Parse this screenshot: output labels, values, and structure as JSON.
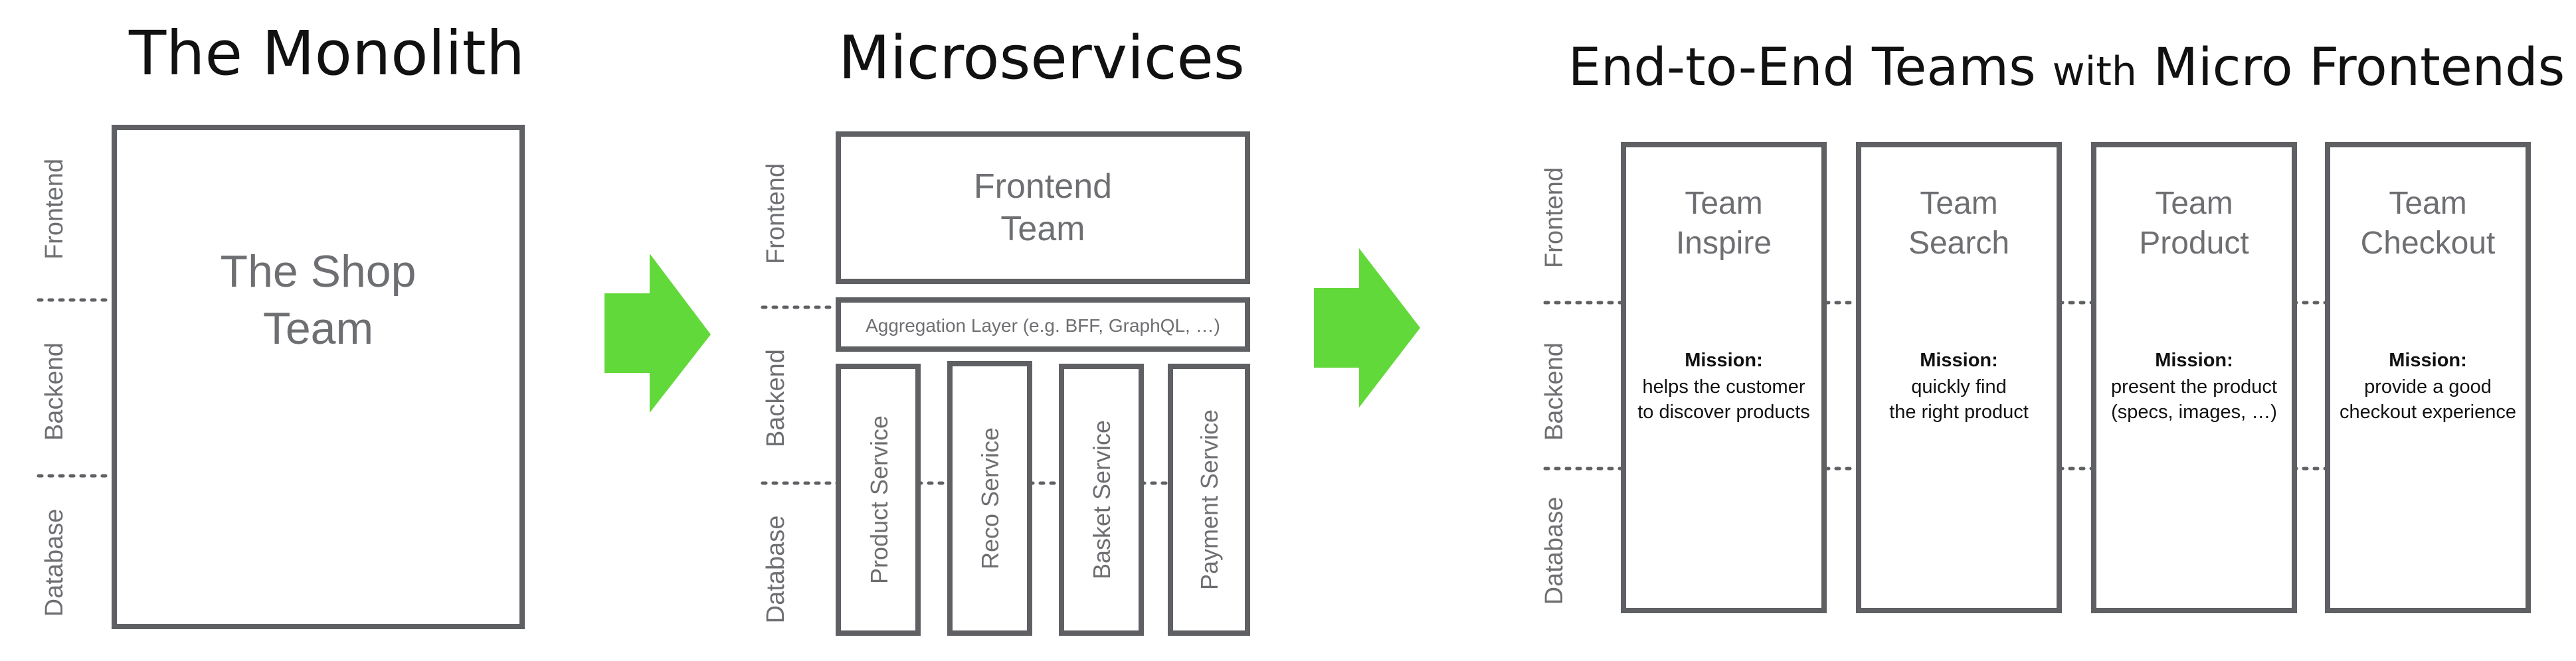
{
  "colors": {
    "arrow": "#62d93a",
    "box_stroke": "#5f6063",
    "label_text": "#6e6f72",
    "title_text": "#111111"
  },
  "monolith": {
    "title": "The Monolith",
    "layers": [
      "Frontend",
      "Backend",
      "Database"
    ],
    "box_label": [
      "The Shop",
      "Team"
    ]
  },
  "microservices": {
    "title": "Microservices",
    "layers": [
      "Frontend",
      "Backend",
      "Database"
    ],
    "frontend_team": [
      "Frontend",
      "Team"
    ],
    "aggregation_layer": "Aggregation Layer (e.g. BFF, GraphQL, …)",
    "services": [
      "Product Service",
      "Reco Service",
      "Basket Service",
      "Payment Service"
    ]
  },
  "e2e": {
    "title_part1": "End-to-End Teams ",
    "title_part2": "with",
    "title_part3": " Micro Frontends",
    "layers": [
      "Frontend",
      "Backend",
      "Database"
    ],
    "teams": [
      {
        "name": [
          "Team",
          "Inspire"
        ],
        "mission_label": "Mission:",
        "mission": [
          "helps the customer",
          "to discover products"
        ]
      },
      {
        "name": [
          "Team",
          "Search"
        ],
        "mission_label": "Mission:",
        "mission": [
          "quickly find",
          "the right product"
        ]
      },
      {
        "name": [
          "Team",
          "Product"
        ],
        "mission_label": "Mission:",
        "mission": [
          "present the product",
          "(specs, images, …)"
        ]
      },
      {
        "name": [
          "Team",
          "Checkout"
        ],
        "mission_label": "Mission:",
        "mission": [
          "provide a good",
          "checkout experience"
        ]
      }
    ]
  }
}
